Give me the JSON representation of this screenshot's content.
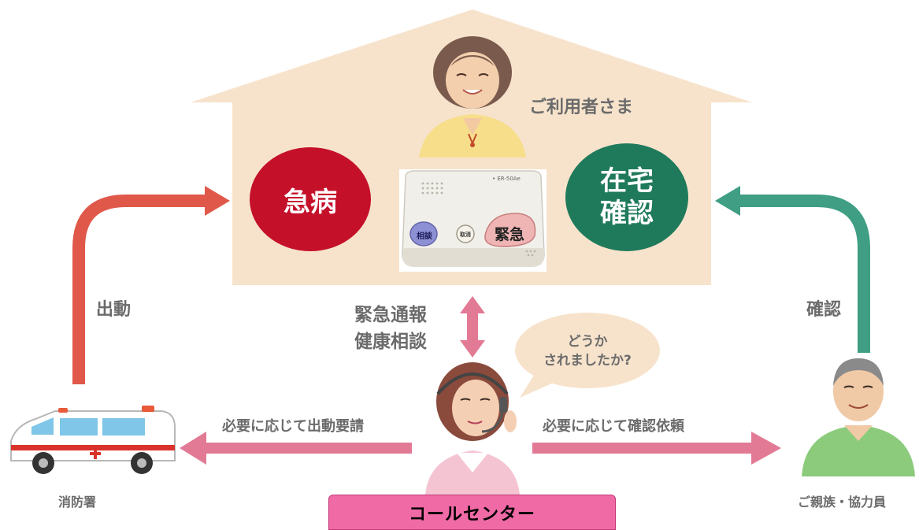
{
  "house": {
    "user_label": "ご利用者さま",
    "left_circle": "急病",
    "right_circle_line1": "在宅",
    "right_circle_line2": "確認"
  },
  "device": {
    "model_label": "• ER-50Ae",
    "btn_consult": "相談",
    "btn_cancel": "取消",
    "btn_emergency": "緊急"
  },
  "middle": {
    "line1": "緊急通報",
    "line2": "健康相談"
  },
  "speech_bubble": {
    "line1": "どうか",
    "line2": "されましたか?"
  },
  "left_side": {
    "dispatch_label": "出動",
    "request_label": "必要に応じて出動要請",
    "station_label": "消防署"
  },
  "right_side": {
    "confirm_label": "確認",
    "request_label": "必要に応じて確認依頼",
    "family_label": "ご親族・協力員"
  },
  "call_center": {
    "label": "コールセンター"
  },
  "colors": {
    "house_fill": "#f7e3cc",
    "emergency_red": "#c5102a",
    "home_check_green": "#1f7a5b",
    "dispatch_arrow": "#e0584a",
    "confirm_arrow": "#3f9e84",
    "pink_arrow": "#e27a95",
    "call_center_box": "#f06aa6"
  }
}
